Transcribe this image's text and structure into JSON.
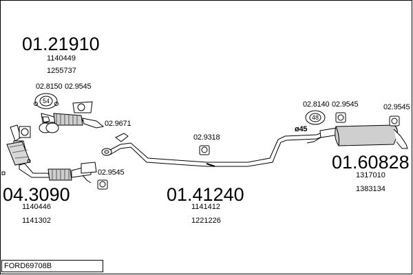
{
  "diagram_code": "FORD69708B",
  "groups": [
    {
      "id": "front_pipe",
      "part_number": "01.21910",
      "refs": [
        "1140449",
        "1255737"
      ]
    },
    {
      "id": "catalyst",
      "part_number": "04.3090",
      "refs": [
        "1140446",
        "1141302"
      ]
    },
    {
      "id": "middle_pipe",
      "part_number": "01.41240",
      "refs": [
        "1141412",
        "1221226"
      ]
    },
    {
      "id": "rear_silencer",
      "part_number": "01.60828",
      "refs": [
        "1317010",
        "1383134"
      ]
    }
  ],
  "accessories": [
    {
      "id": "acc1",
      "code": "02.8150"
    },
    {
      "id": "acc2",
      "code": "02.9545"
    },
    {
      "id": "acc3",
      "code": "02.9671"
    },
    {
      "id": "acc4",
      "code": "02.9545"
    },
    {
      "id": "acc5",
      "code": "02.9318"
    },
    {
      "id": "acc6",
      "code": "02.8140"
    },
    {
      "id": "acc7",
      "code": "02.9545"
    },
    {
      "id": "acc8",
      "code": "02.9545"
    }
  ],
  "gasket_labels": {
    "ring_54": "54",
    "ring_48": "48"
  },
  "pipe_diameter_label": "ø45"
}
